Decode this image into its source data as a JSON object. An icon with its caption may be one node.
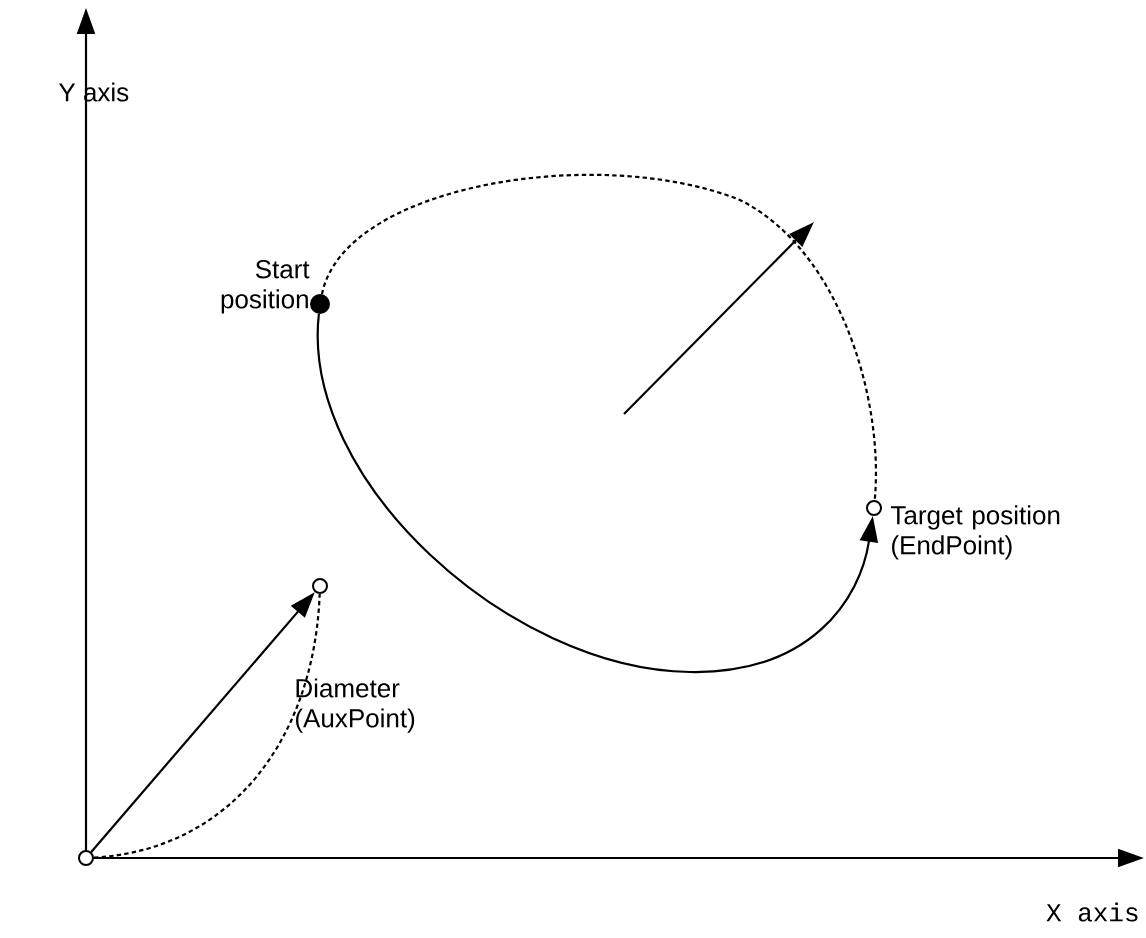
{
  "diagram": {
    "nodes": [
      {
        "text": [],
        "shape": "circle"
      },
      {
        "text": [],
        "shape": "circle",
        "beside": [
          "Diameter (AuxPoint)"
        ]
      },
      {
        "text": [],
        "shape": "dot",
        "beside": [
          "Start position"
        ]
      },
      {
        "text": [],
        "shape": "circle",
        "beside": [
          "Target position (EndPoint)"
        ]
      }
    ],
    "edges": [
      {
        "from": 0,
        "to": 1,
        "arrow": "to"
      },
      {
        "from": 0,
        "to": 1,
        "arrow": "none",
        "style": "dashed"
      },
      {
        "from": 2,
        "to": 3,
        "arrow": "to"
      },
      {
        "from": 2,
        "to": 3,
        "arrow": "none",
        "style": "dashed"
      }
    ],
    "labels": [
      "Y axis",
      "X axis"
    ]
  }
}
